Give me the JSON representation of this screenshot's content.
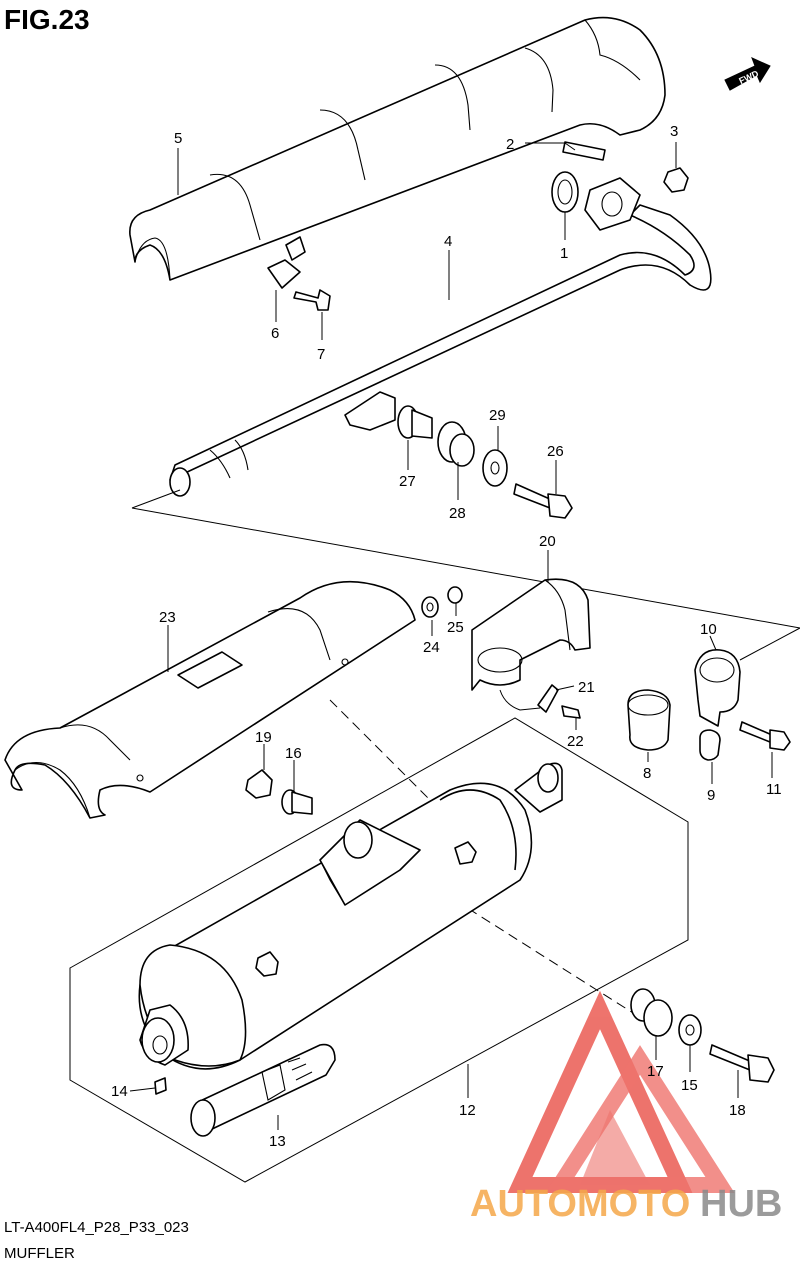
{
  "figure_title": "FIG.23",
  "fwd_label": "FWD",
  "drawing_code": "LT-A400FL4_P28_P33_023",
  "drawing_name": "MUFFLER",
  "watermark": {
    "text_part1": "AUTOMOTO",
    "text_part2": "HUB",
    "color_part1": "#f5a84a",
    "color_part2": "#8a8a8a",
    "logo_color": "#e8453c"
  },
  "callouts": [
    "1",
    "2",
    "3",
    "4",
    "5",
    "6",
    "7",
    "8",
    "9",
    "10",
    "11",
    "12",
    "13",
    "14",
    "15",
    "16",
    "17",
    "18",
    "19",
    "20",
    "21",
    "22",
    "23",
    "24",
    "25",
    "26",
    "27",
    "28",
    "29"
  ]
}
